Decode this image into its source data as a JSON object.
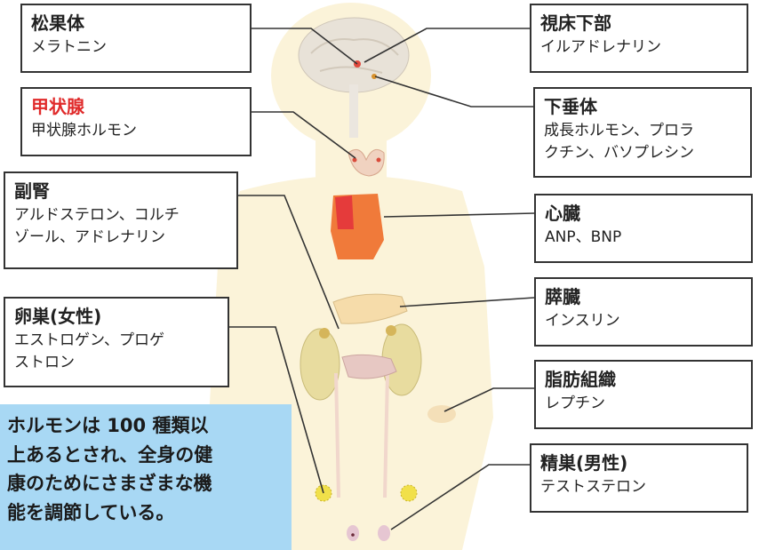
{
  "organs": {
    "pineal": {
      "title": "松果体",
      "hormones": "メラトニン"
    },
    "thyroid": {
      "title": "甲状腺",
      "hormones": "甲状腺ホルモン",
      "title_color": "#e02a2a"
    },
    "adrenal": {
      "title": "副腎",
      "hormones_line1": "アルドステロン、コルチ",
      "hormones_line2": "ゾール、アドレナリン"
    },
    "ovary": {
      "title": "卵巣(女性)",
      "hormones_line1": "エストロゲン、プロゲ",
      "hormones_line2": "ストロン"
    },
    "hypothalamus": {
      "title": "視床下部",
      "hormones": "イルアドレナリン"
    },
    "pituitary": {
      "title": "下垂体",
      "hormones_line1": "成長ホルモン、プロラ",
      "hormones_line2": "クチン、バソプレシン"
    },
    "heart": {
      "title": "心臓",
      "hormones": "ANP、BNP"
    },
    "pancreas": {
      "title": "膵臓",
      "hormones": "インスリン"
    },
    "adipose": {
      "title": "脂肪組織",
      "hormones": "レプチン"
    },
    "testis": {
      "title": "精巣(男性)",
      "hormones": "テストステロン"
    }
  },
  "note": {
    "line1": "ホルモンは 100 種類以",
    "line2": "上あるとされ、全身の健",
    "line3": "康のためにさまざまな機",
    "line4": "能を調節している。"
  },
  "colors": {
    "body_silhouette": "#fbf3d9",
    "note_background": "#a8d8f4",
    "accent_red": "#e02a2a"
  }
}
